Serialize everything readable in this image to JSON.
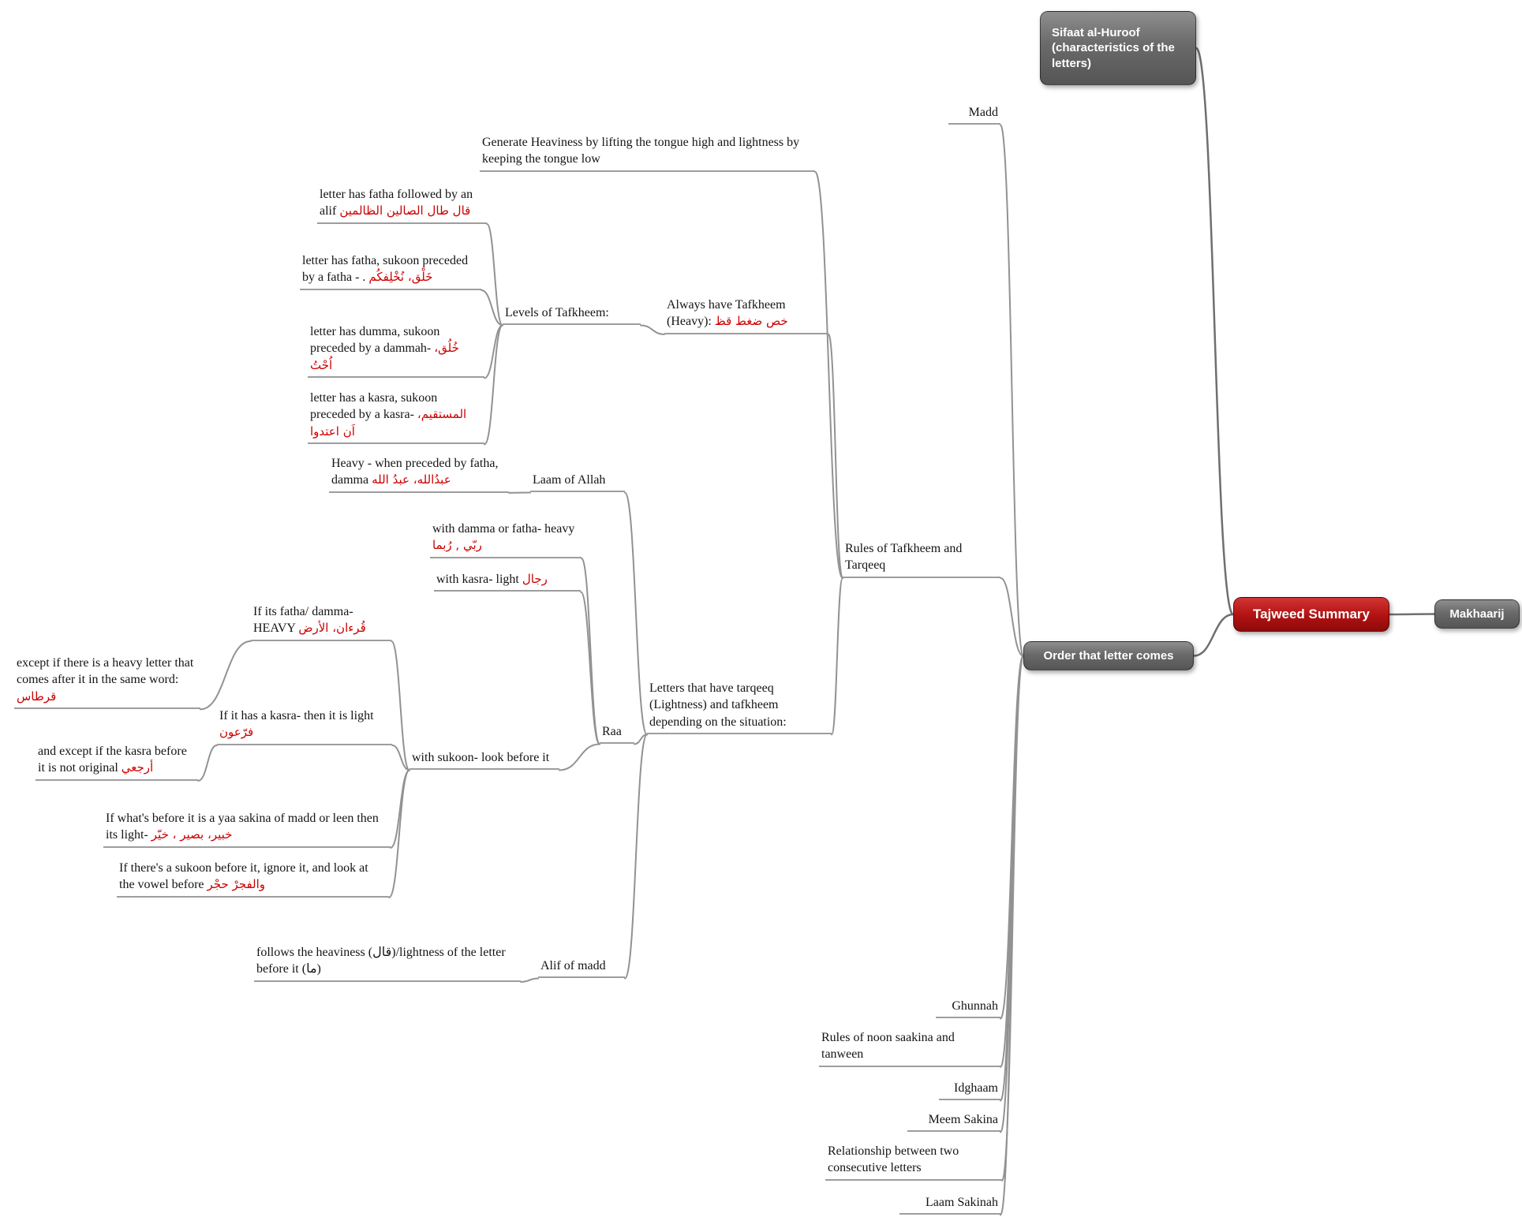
{
  "colors": {
    "root_red": "#b01212",
    "bubble_gray": "#6a6a6a",
    "arabic": "#cc0000",
    "edge": "#929292"
  },
  "bubbles": {
    "root": {
      "label": "Tajweed Summary"
    },
    "sifaat": {
      "label": "Sifaat al-Huroof (characteristics of the letters)"
    },
    "makhaarij": {
      "label": "Makhaarij"
    },
    "order": {
      "label": "Order that letter comes"
    }
  },
  "nodes": {
    "madd": {
      "text": "Madd"
    },
    "rules_tafkheem": {
      "text": "Rules of Tafkheem and Tarqeeq"
    },
    "generate": {
      "text": "Generate Heaviness by lifting the tongue high and lightness by keeping the tongue low"
    },
    "always": {
      "text": "Always have Tafkheem (Heavy):",
      "ar": "خص ضغط قظ"
    },
    "levels": {
      "text": "Levels of Tafkheem:"
    },
    "level1": {
      "text": "letter has fatha followed by an alif",
      "ar": "قال طال الصالين الظالمين"
    },
    "level2": {
      "text": "letter has fatha, sukoon preceded by a fatha - .",
      "ar": "خَلْق، نُخْلِفكُم"
    },
    "level3": {
      "text": "letter has dumma, sukoon preceded by a dammah-",
      "ar": "خُلُق، اُحْتُ"
    },
    "level4": {
      "text": "letter has a kasra, sukoon preceded by a kasra-",
      "ar": "المستقيم، اَن اعتدوا"
    },
    "letters_tarqeeq": {
      "text": "Letters that have tarqeeq (Lightness) and tafkheem depending on the situation:"
    },
    "laam_allah": {
      "text": "Laam of Allah"
    },
    "laam_heavy": {
      "text": "Heavy - when preceded by fatha, damma",
      "ar": "عبدُالله، عبدُ الله"
    },
    "raa": {
      "text": "Raa"
    },
    "raa_heavy": {
      "text": "with damma or fatha- heavy",
      "ar": "ربّي , رُبما"
    },
    "raa_light": {
      "text": "with kasra- light",
      "ar": "رجال"
    },
    "raa_sukoon": {
      "text": "with sukoon- look before it"
    },
    "sukoon_fatha": {
      "text": "If its fatha/ damma- HEAVY",
      "ar": "قُرءان، الأرض"
    },
    "except1": {
      "text": "except  if there is a heavy letter that comes after it in the same word:",
      "ar": "قرطاس"
    },
    "sukoon_kasra": {
      "text": "If it has a kasra- then it is light",
      "ar": "فرّعون"
    },
    "except2": {
      "text": "and except if the kasra before it is not original",
      "ar": "أرجعي"
    },
    "sukoon_yaa": {
      "text": "If what's before it is a yaa sakina of madd or leen then its light-",
      "ar": "خبير، بصير ، خيّر"
    },
    "sukoon_before": {
      "text": "If there's a sukoon before it, ignore it, and look at the vowel before",
      "ar": "والفجرْ  حجْر"
    },
    "alif_madd": {
      "text": "Alif of madd"
    },
    "alif_follows": {
      "text": "follows the heaviness (قال)/lightness of the letter before it (ما)"
    },
    "ghunnah": {
      "text": "Ghunnah"
    },
    "noon_rules": {
      "text": "Rules of noon saakina and tanween"
    },
    "idghaam": {
      "text": "Idghaam"
    },
    "meem": {
      "text": "Meem Sakina"
    },
    "relationship": {
      "text": "Relationship between two consecutive letters"
    },
    "laam_sakinah": {
      "text": "Laam Sakinah"
    }
  }
}
